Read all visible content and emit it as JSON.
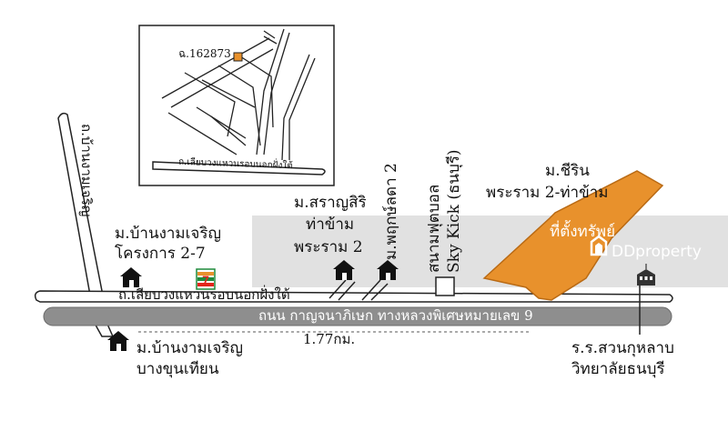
{
  "inset_map": {
    "plot_label": "ฉ.162873",
    "road_label": "ถ.เลียบวงแหวนรอบนอกฝั่งใต้"
  },
  "roads": {
    "vertical_road_label": "ถ.บ้านงามเจริญ",
    "ring_road_label": "ถ.เลียบวงแหวนรอบนอกฝั่งใต้",
    "main_road_label": "ถนน กาญจนาภิเษก ทางหลวงพิเศษหมายเลข 9",
    "distance_label": "1.77กม."
  },
  "places": {
    "village_ban_ngam_charoen_27": [
      "ม.บ้านงามเจริญ",
      "โครงการ 2-7"
    ],
    "village_saran_siri": [
      "ม.สราญสิริ",
      "ท่าข้าม",
      "พระราม 2"
    ],
    "village_pruksa": "ม.พฤกษ์ลดา 2",
    "football_field": [
      "สนามฟุตบอล",
      "Sky Kick (ธนบุรี)"
    ],
    "village_chirin": [
      "ม.ชีริน",
      "พระราม 2-ท่าข้าม"
    ],
    "village_ban_ngam_charoen_bangkhuntien": [
      "ม.บ้านงามเจริญ",
      "บางขุนเทียน"
    ],
    "school": [
      "ร.ร.สวนกุหลาบ",
      "วิทยาลัยธนบุรี"
    ],
    "property_label": "ที่ตั้งทรัพย์"
  },
  "watermark": "DDproperty",
  "colors": {
    "property_fill": "#E8912C",
    "road_fill": "#8E8E8E",
    "band": "#C8C8C8",
    "inset_highlight": "#E8912C",
    "seven_eleven_green": "#1F8A3B",
    "seven_eleven_red": "#E2261C"
  },
  "icons": [
    "house-icon",
    "seven-eleven-icon",
    "school-icon",
    "footpath-square-icon"
  ]
}
